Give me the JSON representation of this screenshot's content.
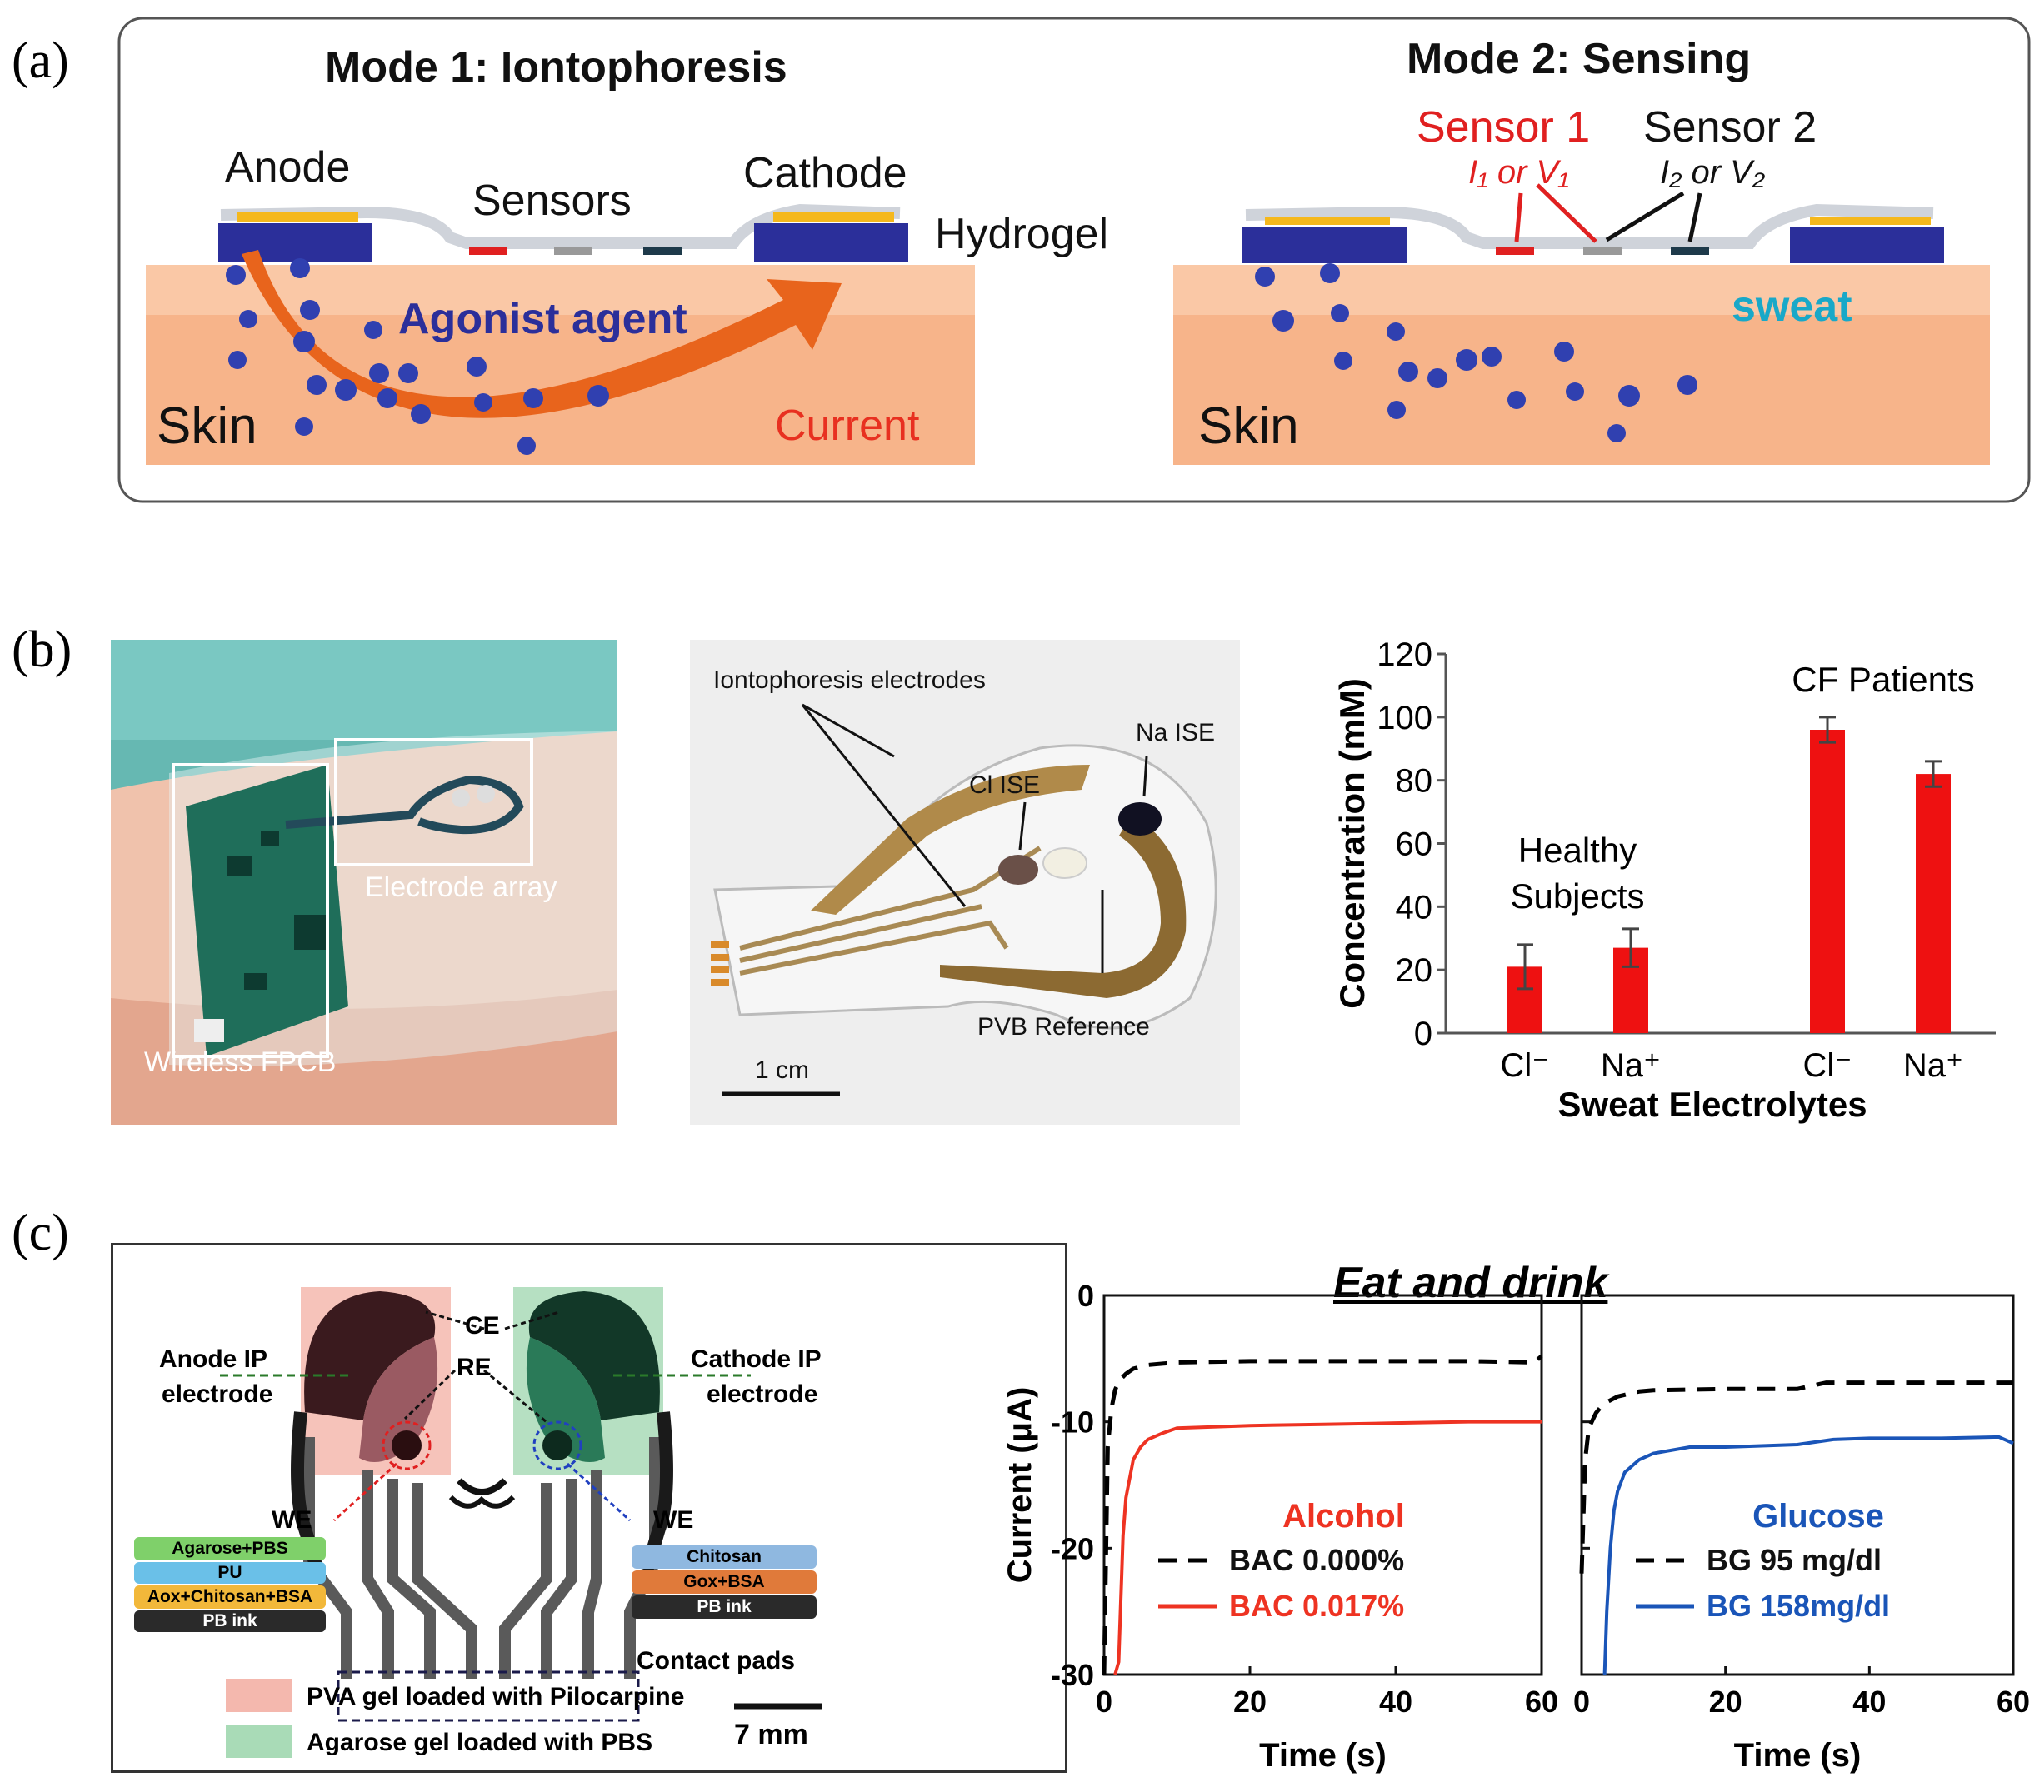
{
  "panels": {
    "a": "(a)",
    "b": "(b)",
    "c": "(c)"
  },
  "panel_a": {
    "mode1_title": "Mode  1: Iontophoresis",
    "mode2_title": "Mode  2: Sensing",
    "anode": "Anode",
    "cathode": "Cathode",
    "sensors": "Sensors",
    "hydrogel": "Hydrogel",
    "agonist": "Agonist  agent",
    "skin1": "Skin",
    "skin2": "Skin",
    "current": "Current",
    "sensor1": "Sensor 1",
    "sensor1_sub": "I₁ or V₁",
    "sensor2": "Sensor 2",
    "sensor2_sub": "I₂ or V₂",
    "sweat": "sweat",
    "colors": {
      "skin": "#f7b48a",
      "electrode": "#2b2f9a",
      "dots": "#3040b0",
      "arrow": "#e8641c",
      "sensor_red": "#e02020",
      "sweat": "#19a8c8"
    }
  },
  "panel_b": {
    "photo1_labels": {
      "electrode_array": "Electrode array",
      "fpcb": "Wireless FPCB"
    },
    "photo2_labels": {
      "ionto": "Iontophoresis electrodes",
      "na_ise": "Na ISE",
      "cl_ise": "Cl ISE",
      "pvb": "PVB Reference",
      "scale": "1 cm"
    },
    "chart_data": {
      "type": "bar",
      "categories": [
        "Cl⁻",
        "Na⁺",
        "Cl⁻",
        "Na⁺"
      ],
      "values": [
        21,
        27,
        96,
        82
      ],
      "errors": [
        7,
        6,
        4,
        4
      ],
      "groups": [
        "Healthy Subjects",
        "CF Patients"
      ],
      "title": "",
      "xlabel": "Sweat Electrolytes",
      "ylabel": "Concentration (mM)",
      "ylim": [
        0,
        120
      ],
      "yticks": [
        0,
        20,
        40,
        60,
        80,
        100,
        120
      ],
      "bar_color": "#ee1111",
      "annotations": [
        "Healthy",
        "Subjects",
        "CF Patients"
      ]
    }
  },
  "panel_c": {
    "ce": "CE",
    "re": "RE",
    "we_left": "WE",
    "we_right": "WE",
    "anode_ip": [
      "Anode IP",
      "electrode"
    ],
    "cathode_ip": [
      "Cathode IP",
      "electrode"
    ],
    "left_stack": [
      "Agarose+PBS",
      "PU",
      "Aox+Chitosan+BSA",
      "PB ink"
    ],
    "right_stack": [
      "Chitosan",
      "Gox+BSA",
      "PB ink"
    ],
    "contact_pads": "Contact pads",
    "legend_pva": "PVA gel loaded with Pilocarpine",
    "legend_agarose": "Agarose gel loaded with PBS",
    "scale": "7 mm",
    "plots_title": "Eat and drink",
    "chart_data": [
      {
        "type": "line",
        "xlabel": "Time (s)",
        "ylabel": "Current (μA)",
        "xlim": [
          0,
          60
        ],
        "ylim": [
          -30,
          0
        ],
        "xticks": [
          0,
          20,
          40,
          60
        ],
        "yticks": [
          0,
          -10,
          -20,
          -30
        ],
        "annotation": "Alcohol",
        "series": [
          {
            "name": "BAC 0.000%",
            "style": "dashed",
            "color": "#000000",
            "x": [
              0,
              0.5,
              1,
              1.5,
              2,
              3,
              4,
              6,
              10,
              20,
              30,
              40,
              50,
              59,
              60
            ],
            "y": [
              -30,
              -12,
              -9,
              -7.5,
              -6.8,
              -6.2,
              -5.8,
              -5.5,
              -5.3,
              -5.2,
              -5.2,
              -5.2,
              -5.2,
              -5.3,
              -4.8
            ]
          },
          {
            "name": "BAC 0.017%",
            "style": "solid",
            "color": "#ee3322",
            "x": [
              1.5,
              2,
              2.3,
              2.6,
              3,
              4,
              5,
              6,
              8,
              10,
              15,
              20,
              30,
              40,
              50,
              60
            ],
            "y": [
              -30,
              -29,
              -24,
              -19,
              -16,
              -13,
              -12,
              -11.4,
              -10.9,
              -10.5,
              -10.4,
              -10.3,
              -10.2,
              -10.1,
              -10.0,
              -10.0
            ]
          }
        ]
      },
      {
        "type": "line",
        "xlabel": "Time (s)",
        "ylabel": "",
        "xlim": [
          0,
          60
        ],
        "ylim": [
          -30,
          0
        ],
        "xticks": [
          0,
          20,
          40,
          60
        ],
        "yticks": [
          0,
          -10,
          -20,
          -30
        ],
        "annotation": "Glucose",
        "series": [
          {
            "name": "BG 95 mg/dl",
            "style": "dashed",
            "color": "#000000",
            "x": [
              0,
              0.5,
              1,
              2,
              3,
              5,
              8,
              10,
              20,
              30,
              34,
              40,
              50,
              60
            ],
            "y": [
              -22,
              -13,
              -10.5,
              -9.3,
              -8.6,
              -8.0,
              -7.6,
              -7.5,
              -7.4,
              -7.4,
              -6.9,
              -6.9,
              -6.9,
              -6.9
            ]
          },
          {
            "name": "BG 158mg/dl",
            "style": "solid",
            "color": "#1a55b8",
            "x": [
              3.2,
              3.5,
              4,
              4.5,
              5,
              6,
              8,
              10,
              15,
              20,
              30,
              35,
              40,
              50,
              58,
              60
            ],
            "y": [
              -30,
              -25,
              -20,
              -17,
              -15.5,
              -14,
              -13,
              -12.5,
              -12,
              -12,
              -11.8,
              -11.4,
              -11.3,
              -11.3,
              -11.2,
              -11.7
            ]
          }
        ]
      }
    ]
  }
}
